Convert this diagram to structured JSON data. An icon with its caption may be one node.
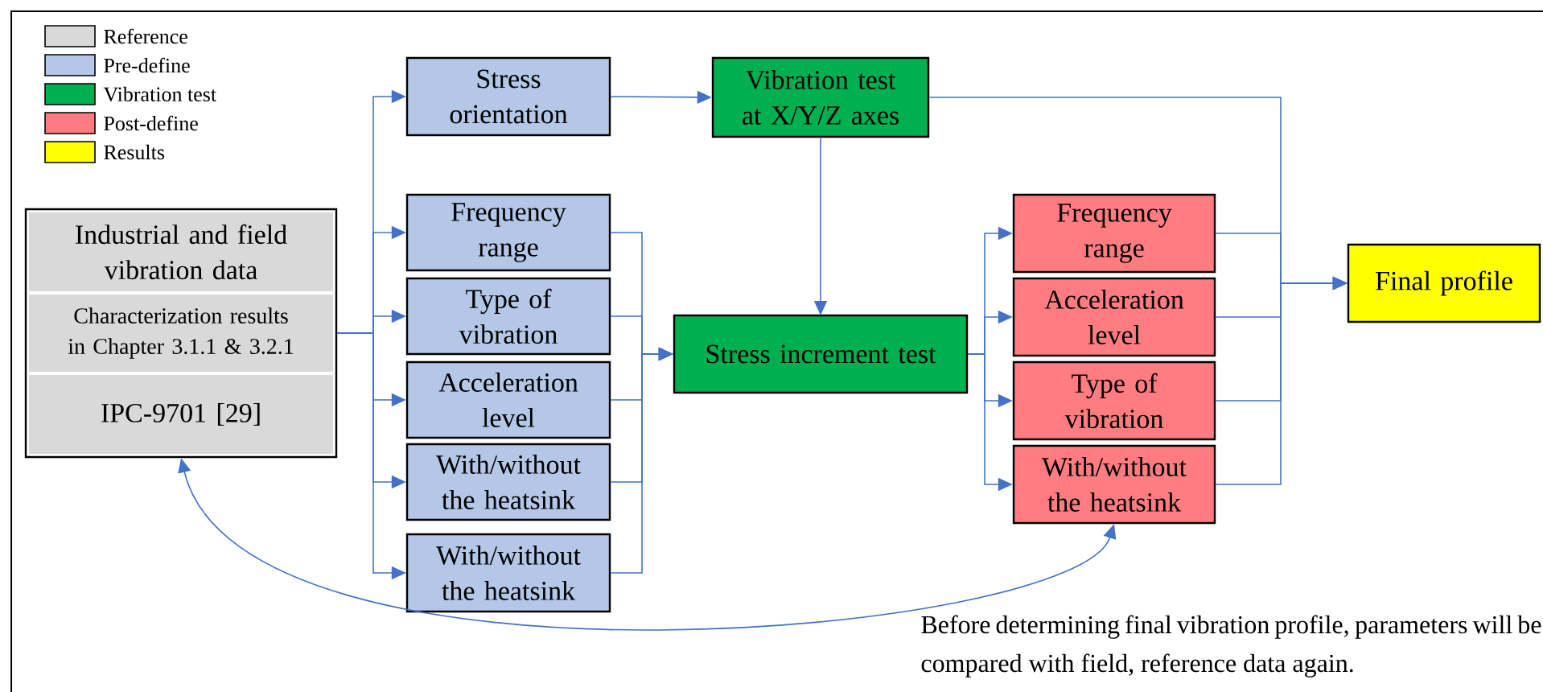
{
  "diagram": {
    "nodes": [
      {
        "text": [
          "Industrial and field vibration data",
          "Characterization results in Chapter 3.1.1 & 3.2.1",
          "IPC-9701 [29]"
        ]
      },
      {
        "text": [
          "Stress orientation"
        ]
      },
      {
        "text": [
          "Frequency range"
        ]
      },
      {
        "text": [
          "Type of vibration"
        ]
      },
      {
        "text": [
          "Acceleration level"
        ]
      },
      {
        "text": [
          "With/without the heatsink"
        ]
      },
      {
        "text": [
          "With/without the heatsink"
        ]
      },
      {
        "text": [
          "Vibration test at X/Y/Z axes"
        ]
      },
      {
        "text": [
          "Stress increment test"
        ]
      },
      {
        "text": [
          "Frequency range"
        ]
      },
      {
        "text": [
          "Acceleration level"
        ]
      },
      {
        "text": [
          "Type of vibration"
        ]
      },
      {
        "text": [
          "With/without the heatsink"
        ]
      },
      {
        "text": [
          "Final profile"
        ]
      }
    ],
    "edges": [
      {
        "from": 0,
        "to": 1,
        "arrow": "to"
      },
      {
        "from": 0,
        "to": 2,
        "arrow": "to"
      },
      {
        "from": 0,
        "to": 3,
        "arrow": "to"
      },
      {
        "from": 0,
        "to": 4,
        "arrow": "to"
      },
      {
        "from": 0,
        "to": 5,
        "arrow": "to"
      },
      {
        "from": 0,
        "to": 6,
        "arrow": "to"
      },
      {
        "from": 1,
        "to": 7,
        "arrow": "to"
      },
      {
        "from": 2,
        "to": 8,
        "arrow": "to"
      },
      {
        "from": 3,
        "to": 8,
        "arrow": "to"
      },
      {
        "from": 4,
        "to": 8,
        "arrow": "to"
      },
      {
        "from": 5,
        "to": 8,
        "arrow": "to"
      },
      {
        "from": 6,
        "to": 8,
        "arrow": "to"
      },
      {
        "from": 7,
        "to": 8,
        "arrow": "to"
      },
      {
        "from": 8,
        "to": 9,
        "arrow": "to"
      },
      {
        "from": 8,
        "to": 10,
        "arrow": "to"
      },
      {
        "from": 8,
        "to": 11,
        "arrow": "to"
      },
      {
        "from": 8,
        "to": 12,
        "arrow": "to"
      },
      {
        "from": 7,
        "to": 13,
        "arrow": "to"
      },
      {
        "from": 9,
        "to": 13,
        "arrow": "to"
      },
      {
        "from": 10,
        "to": 13,
        "arrow": "to"
      },
      {
        "from": 11,
        "to": 13,
        "arrow": "to"
      },
      {
        "from": 12,
        "to": 13,
        "arrow": "to"
      },
      {
        "from": 12,
        "to": 0,
        "arrow": "both"
      }
    ],
    "labels": [
      "Before determining final vibration profile, parameters will be compared with field, reference data again."
    ],
    "legend": [
      {
        "text": "Reference",
        "color": "#d9d9d9"
      },
      {
        "text": "Pre-define",
        "color": "#b4c7e7"
      },
      {
        "text": "Vibration test",
        "color": "#00b050"
      },
      {
        "text": "Post-define",
        "color": "#ff7c80"
      },
      {
        "text": "Results",
        "color": "#ffff00"
      }
    ]
  }
}
